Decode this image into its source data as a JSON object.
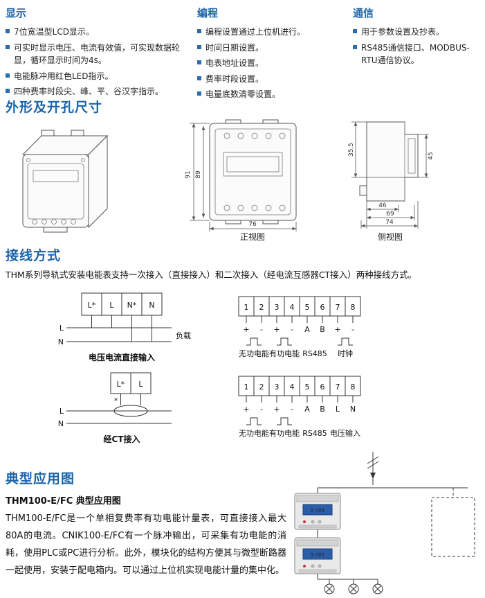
{
  "page": {
    "accent": "#1a63a8",
    "bg": "#ffffff"
  },
  "features": {
    "columns": [
      {
        "title": "显示",
        "items": [
          "7位宽温型LCD显示。",
          "可实时显示电压、电流有效值，可实现数据轮显，循环显示时间为4s。",
          "电能脉冲用红色LED指示。",
          "四种费率时段尖、峰、平、谷汉字指示。"
        ]
      },
      {
        "title": "编程",
        "items": [
          "编程设置通过上位机进行。",
          "时间日期设置。",
          "电表地址设置。",
          "费率时段设置。",
          "电量底数清零设置。"
        ]
      },
      {
        "title": "通信",
        "items": [
          "用于参数设置及抄表。",
          "RS485通信接口、MODBUS-RTU通信协议。"
        ]
      }
    ]
  },
  "dimensions": {
    "title": "外形及开孔尺寸",
    "front": {
      "label": "正视图",
      "height_outer": "91",
      "height_inner": "89",
      "width": "76"
    },
    "side": {
      "label": "侧视图",
      "depth_top": "35.5",
      "front_height": "45",
      "w1": "46",
      "w2": "69",
      "w3": "74"
    }
  },
  "wiring": {
    "title": "接线方式",
    "description": "THM系列导轨式安装电能表支持一次接入（直接接入）和二次接入（经电流互感器CT接入）两种接线方式。",
    "direct": {
      "t1": "L*",
      "t2": "L",
      "t3": "N*",
      "t4": "N",
      "line1": "L",
      "line2": "N",
      "load": "负载",
      "caption": "电压电流直接输入"
    },
    "ct": {
      "t1": "L*",
      "t2": "L",
      "star": "*",
      "line1": "L",
      "line2": "N",
      "caption": "经CT接入"
    },
    "block1": {
      "n": [
        "1",
        "2",
        "3",
        "4",
        "5",
        "6",
        "7",
        "8"
      ],
      "p": [
        "+",
        "-",
        "+",
        "-",
        "A",
        "B",
        "+",
        "-"
      ],
      "g": [
        "无功电能",
        "有功电能",
        "RS485",
        "时钟"
      ]
    },
    "block2": {
      "n": [
        "1",
        "2",
        "3",
        "4",
        "5",
        "6",
        "7",
        "8"
      ],
      "p": [
        "+",
        "-",
        "+",
        "-",
        "A",
        "B",
        "L",
        "N"
      ],
      "g": [
        "无功电能",
        "有功电能",
        "RS485",
        "电压输入"
      ]
    }
  },
  "application": {
    "title": "典型应用图",
    "subtitle": "THM100-E/FC 典型应用图",
    "paragraph": "THM100-E/FC是一个单相复费率有功电能计量表，可直接接入最大80A的电流。CNIK100-E/FC有一个脉冲输出，可采集有功电能的消耗，使用PLC或PC进行分析。此外，模块化的结构方便其与微型断路器一起使用，安装于配电箱内。可以通过上位机实现电能计量的集中化。",
    "meter_lcd": "5 705"
  }
}
